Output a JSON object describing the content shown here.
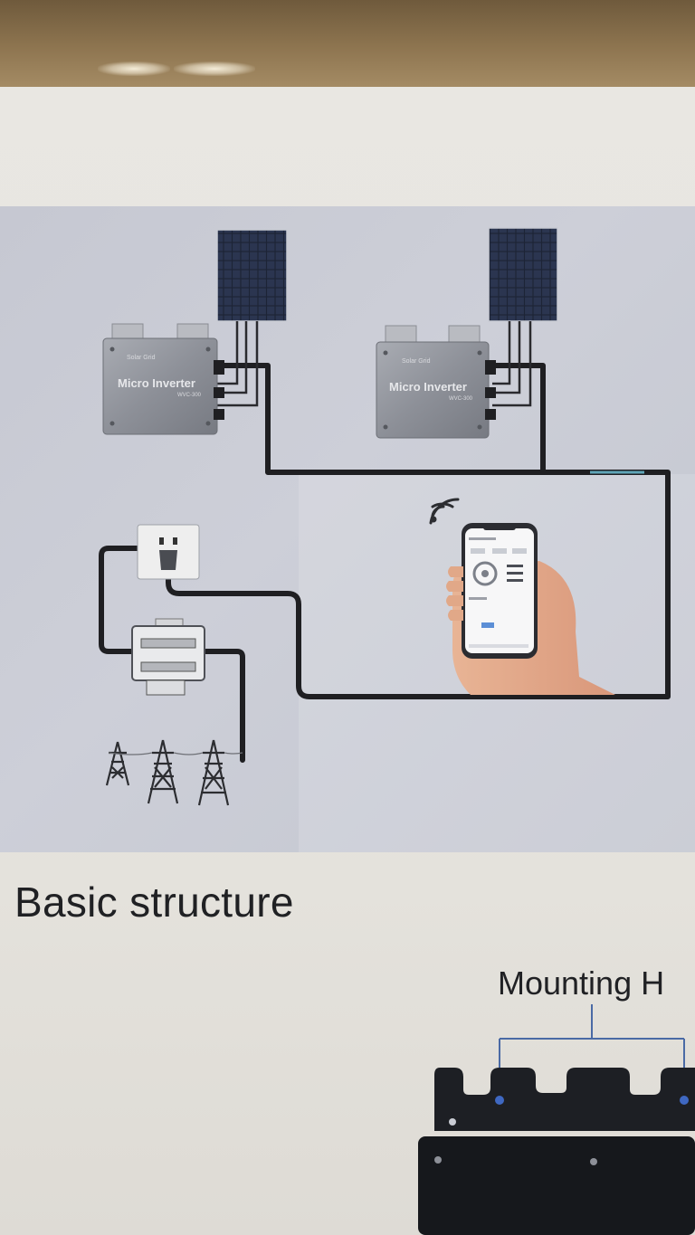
{
  "diagram": {
    "inverter_label": "Micro Inverter",
    "components": [
      {
        "id": "solar-panel-left",
        "icon": "solar-panel-icon"
      },
      {
        "id": "solar-panel-right",
        "icon": "solar-panel-icon"
      },
      {
        "id": "micro-inverter-left",
        "icon": "micro-inverter-icon"
      },
      {
        "id": "micro-inverter-right",
        "icon": "micro-inverter-icon"
      },
      {
        "id": "wall-socket",
        "icon": "wall-socket-icon"
      },
      {
        "id": "electricity-meter",
        "icon": "meter-icon"
      },
      {
        "id": "transmission-towers",
        "icon": "power-tower-icon"
      },
      {
        "id": "smartphone-app",
        "icon": "smartphone-icon"
      },
      {
        "id": "wifi-signal",
        "icon": "wifi-icon"
      }
    ],
    "cable_color": "#1f1f22",
    "background_color": "#c8cad3"
  },
  "section": {
    "title": "Basic structure"
  },
  "mounting": {
    "label": "Mounting H"
  }
}
